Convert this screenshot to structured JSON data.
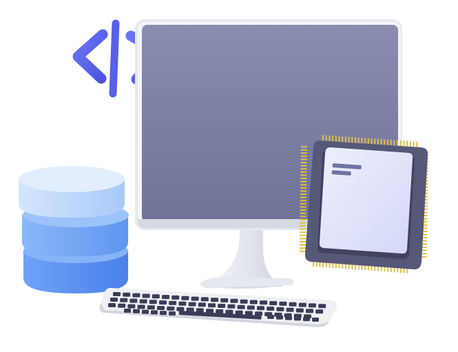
{
  "scene": {
    "objects": [
      "code-brackets-icon",
      "monitor",
      "database-stack",
      "keyboard",
      "cpu-chip"
    ],
    "colors": {
      "background": "#ffffff",
      "code_icon": "#5b64ef",
      "screen": "#7c7fa2",
      "monitor_bezel": "#e9ebf1",
      "stand": "#eef0f4",
      "database_top": "#c3dcfb",
      "database_middle": "#79abf6",
      "database_bottom": "#5c94f2",
      "keyboard_base": "#eef0f4",
      "keys": "#3b3d57",
      "chip_body": "#555877",
      "chip_pins": "#e6c04c",
      "chip_panel": "#dde1fb",
      "chip_panel_bars": "#6f73a3"
    }
  }
}
